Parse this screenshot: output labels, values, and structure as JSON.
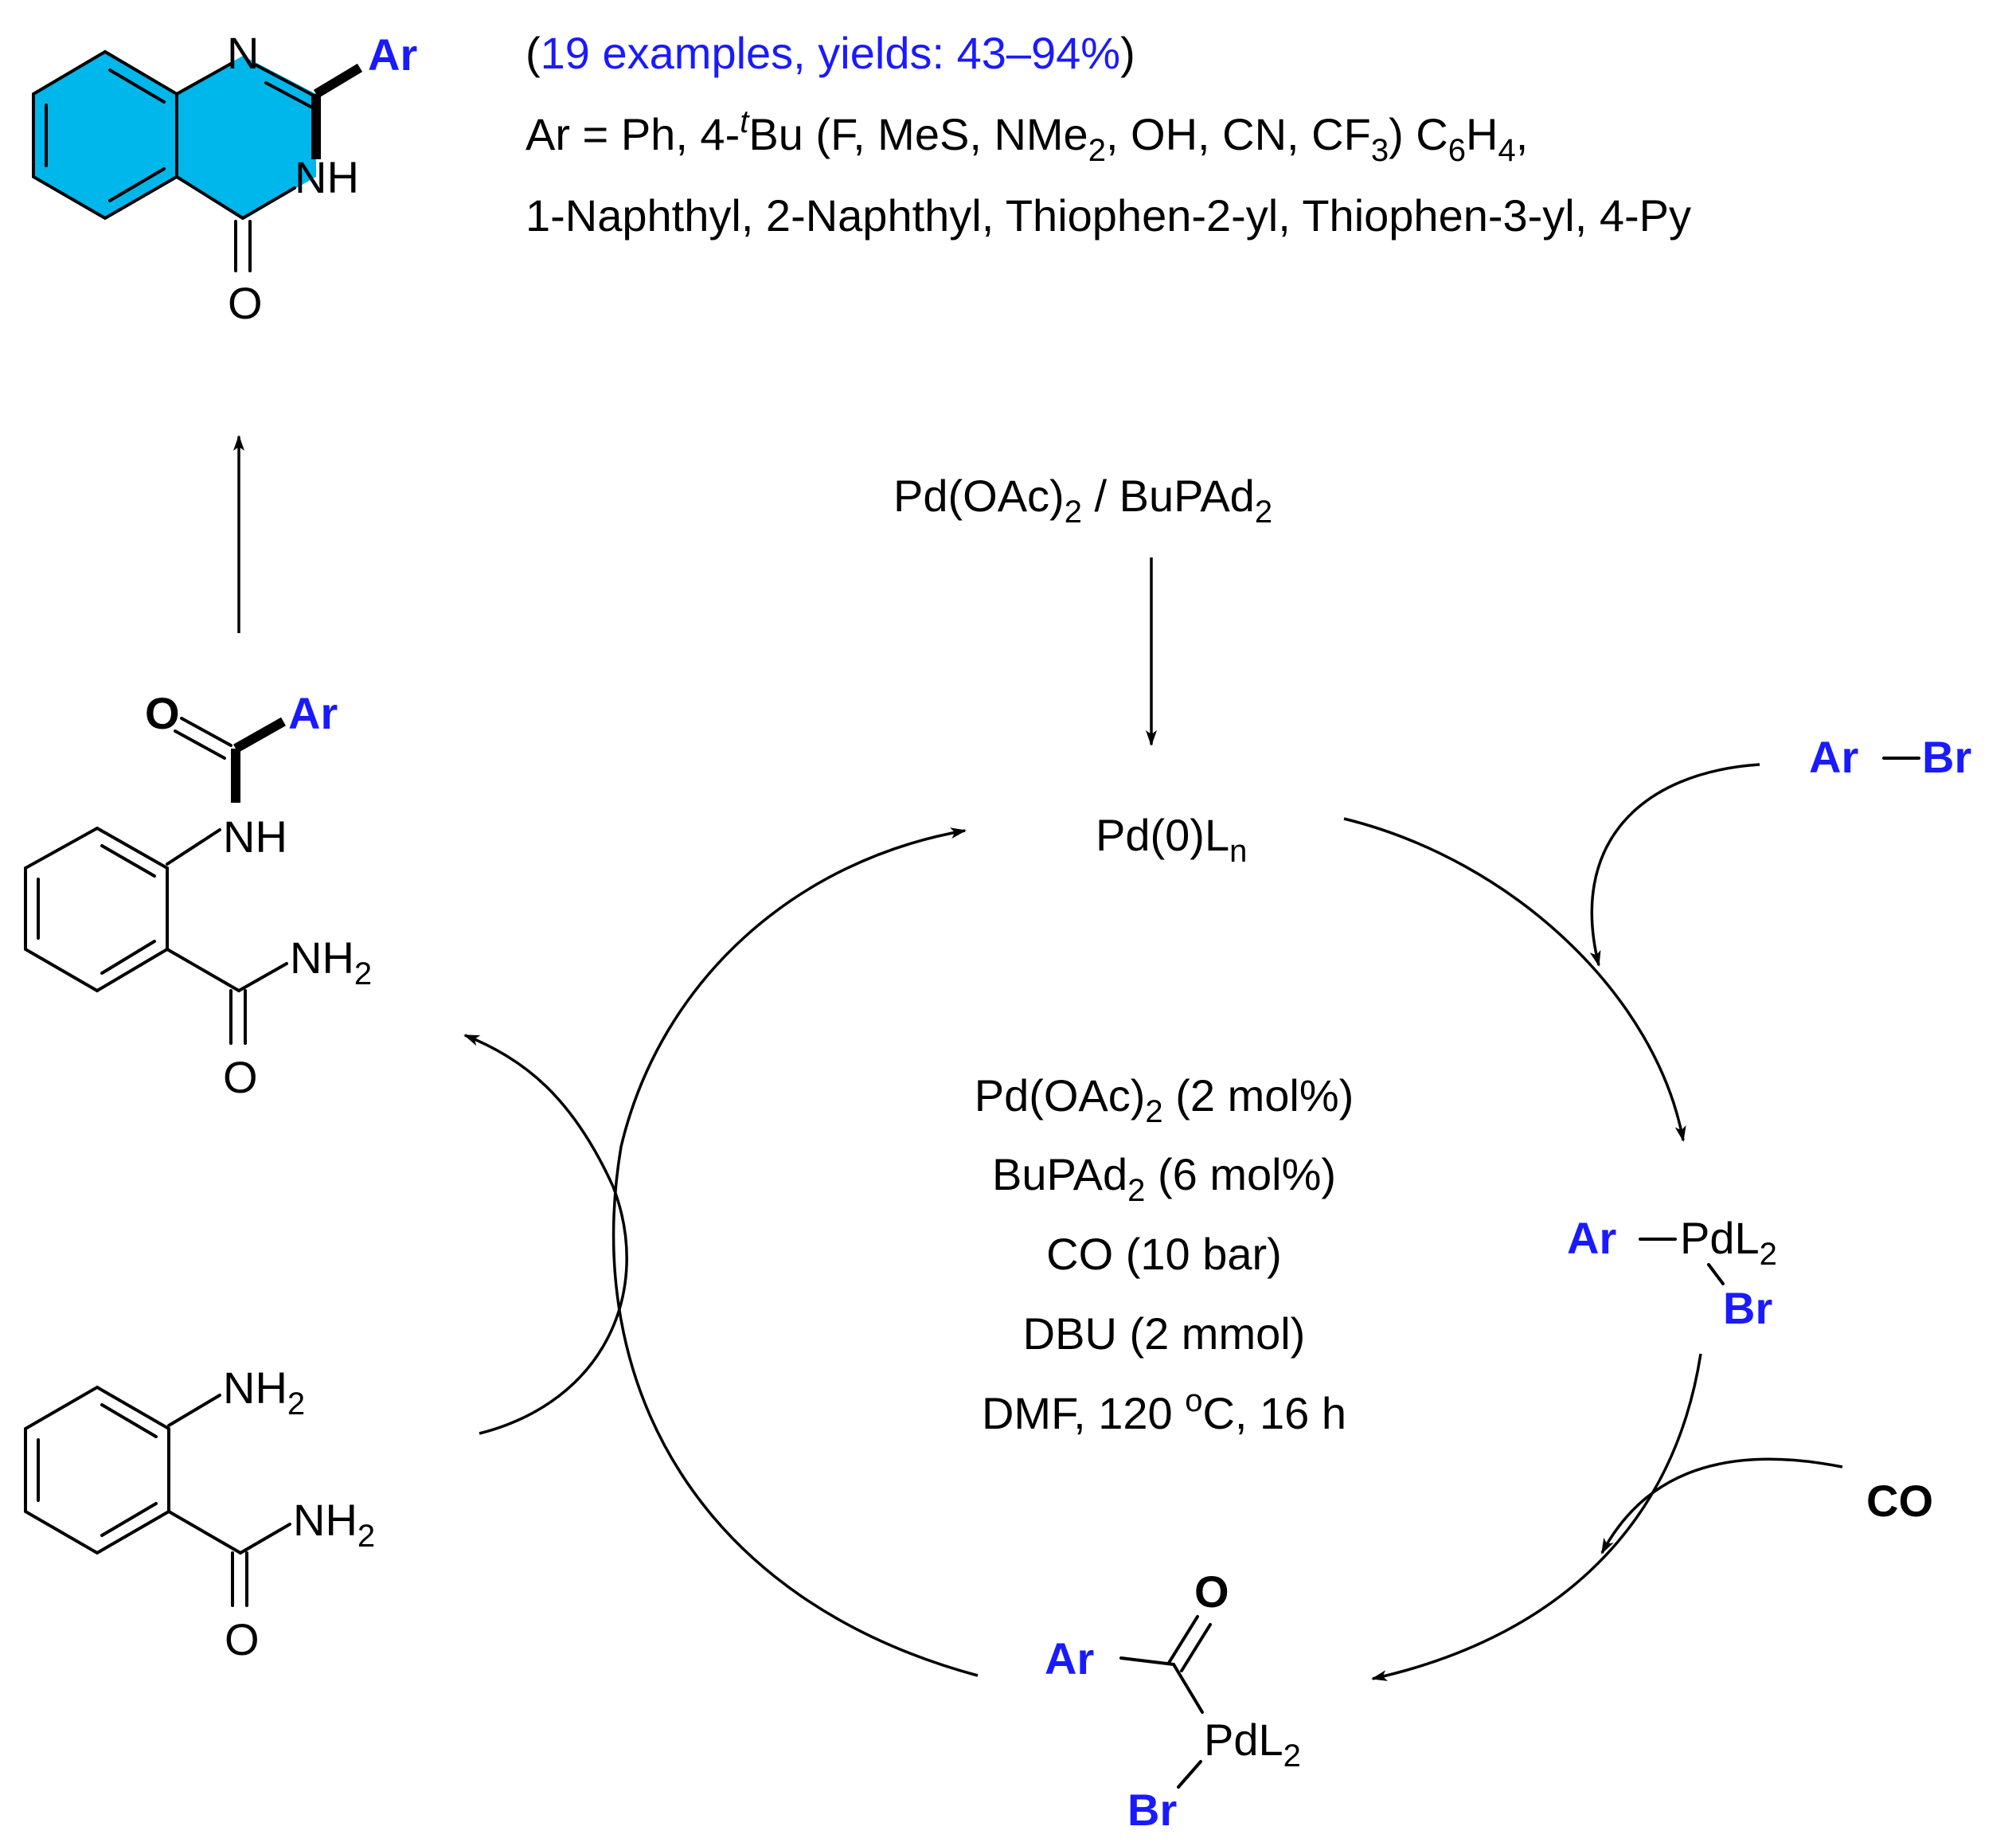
{
  "colors": {
    "accent_blue": "#1a1aff",
    "ring_fill": "#00b7ec",
    "line": "#000000"
  },
  "product": {
    "ring_n": "N",
    "ring_nh": "NH",
    "ring_o": "O",
    "ar": "Ar"
  },
  "scope": {
    "paren_open": "(",
    "examples": "19 examples, yields: 43–94%",
    "paren_close": ")",
    "line2": {
      "a": "Ar = Ph, 4-",
      "t": "t",
      "b": "Bu (F,  MeS, NMe",
      "sub1": "2",
      "c": ",  OH, CN, CF",
      "sub2": "3",
      "d": ") C",
      "sub3": "6",
      "e": "H",
      "sub4": "4",
      "f": ","
    },
    "line3": "1-Naphthyl, 2-Naphthyl, Thiophen-2-yl, Thiophen-3-yl, 4-Py"
  },
  "precatalyst": {
    "a": "Pd(OAc)",
    "sub1": "2",
    "b": " / BuPAd",
    "sub2": "2"
  },
  "pd0": {
    "main": "Pd(0)L",
    "sub": "n"
  },
  "arbr": {
    "ar": "Ar",
    "br": "Br"
  },
  "oxadd": {
    "ar": "Ar",
    "pd": "PdL",
    "sub": "2",
    "br": "Br"
  },
  "co_reagent": "CO",
  "acyl": {
    "o": "O",
    "ar": "Ar",
    "pd": "PdL",
    "sub": "2",
    "br": "Br"
  },
  "amide": {
    "o": "O",
    "ar": "Ar",
    "nh": "NH",
    "nh2": "NH",
    "nh2_sub": "2",
    "o2": "O"
  },
  "aminobenzamide": {
    "nh2a": "NH",
    "nh2a_sub": "2",
    "nh2b": "NH",
    "nh2b_sub": "2",
    "o": "O"
  },
  "conditions": {
    "l1a": "Pd(OAc)",
    "l1sub": "2",
    "l1b": " (2 mol%)",
    "l2a": "BuPAd",
    "l2sub": "2",
    "l2b": " (6 mol%)",
    "l3": "CO (10 bar)",
    "l4": "DBU (2 mmol)",
    "l5a": "DMF,  120 ",
    "l5sup": "o",
    "l5b": "C, 16 h"
  }
}
